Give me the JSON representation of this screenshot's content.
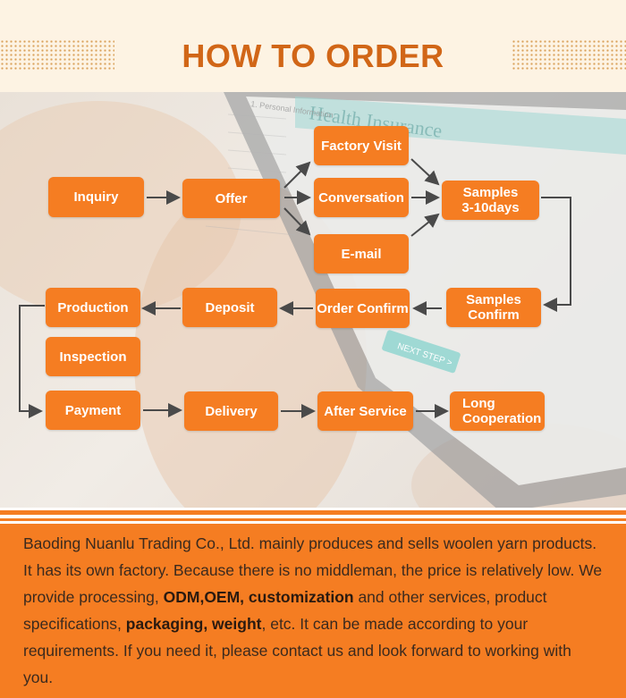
{
  "header": {
    "title": "HOW TO ORDER"
  },
  "background_photo": {
    "screen_title": "Health Insurance",
    "step_label": "1. Personal Information",
    "next_button": "NEXT STEP >"
  },
  "flow": {
    "inquiry": "Inquiry",
    "offer": "Offer",
    "factory_visit": "Factory Visit",
    "conversation": "Conversation",
    "email": "E-mail",
    "samples": "Samples\n3-10days",
    "samples_confirm": "Samples\nConfirm",
    "order_confirm": "Order Confirm",
    "deposit": "Deposit",
    "production": "Production",
    "inspection": "Inspection",
    "payment": "Payment",
    "delivery": "Delivery",
    "after_service": "After Service",
    "long_cooperation": "Long\nCooperation"
  },
  "colors": {
    "accent": "#f57d22",
    "title": "#d16617",
    "header_bg": "#fdf3e3",
    "arrow": "#4a4a4a"
  },
  "description": {
    "p1": "Baoding Nuanlu Trading Co., Ltd. mainly produces and sells woolen yarn products. It has its own factory. Because there is no middleman, the price is relatively low. We provide processing, ",
    "b1": "ODM,OEM,",
    "p2": " ",
    "b2": "customization",
    "p3": " and other services, product specifications, ",
    "b3": "packaging, weight",
    "p4": ", etc. It can be made according to your requirements. If you need it, please contact us and look forward to working with you."
  }
}
